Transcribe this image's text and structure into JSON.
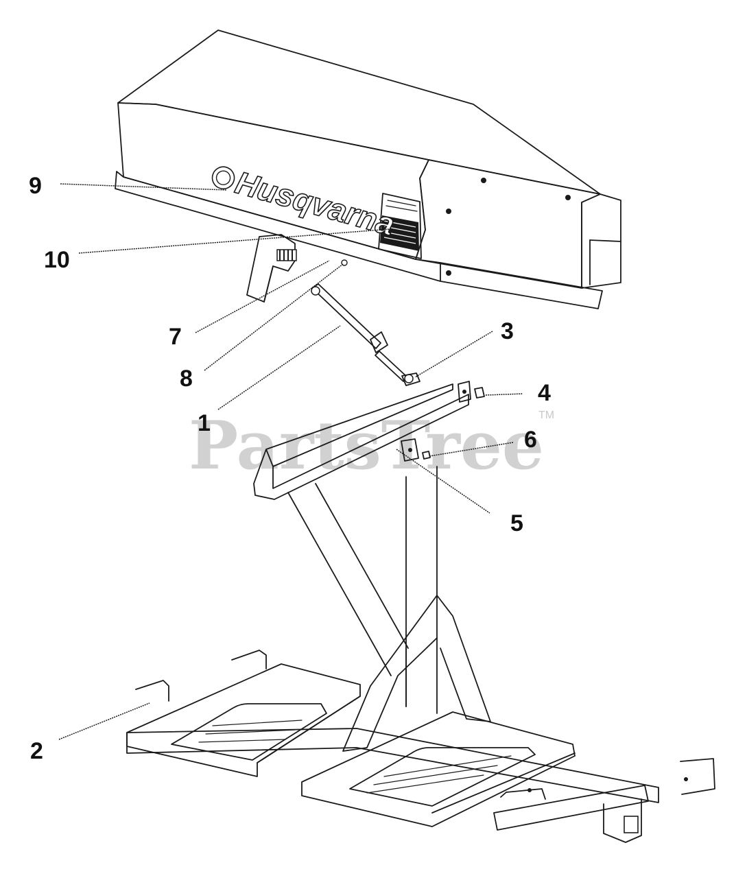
{
  "brand_logo_text": "Husqvarna",
  "watermark": {
    "text": "PartsTree",
    "trademark": "TM"
  },
  "callouts": [
    {
      "id": "9",
      "label": "9"
    },
    {
      "id": "10",
      "label": "10"
    },
    {
      "id": "7",
      "label": "7"
    },
    {
      "id": "8",
      "label": "8"
    },
    {
      "id": "1",
      "label": "1"
    },
    {
      "id": "3",
      "label": "3"
    },
    {
      "id": "4",
      "label": "4"
    },
    {
      "id": "6",
      "label": "6"
    },
    {
      "id": "5",
      "label": "5"
    },
    {
      "id": "2",
      "label": "2"
    }
  ]
}
